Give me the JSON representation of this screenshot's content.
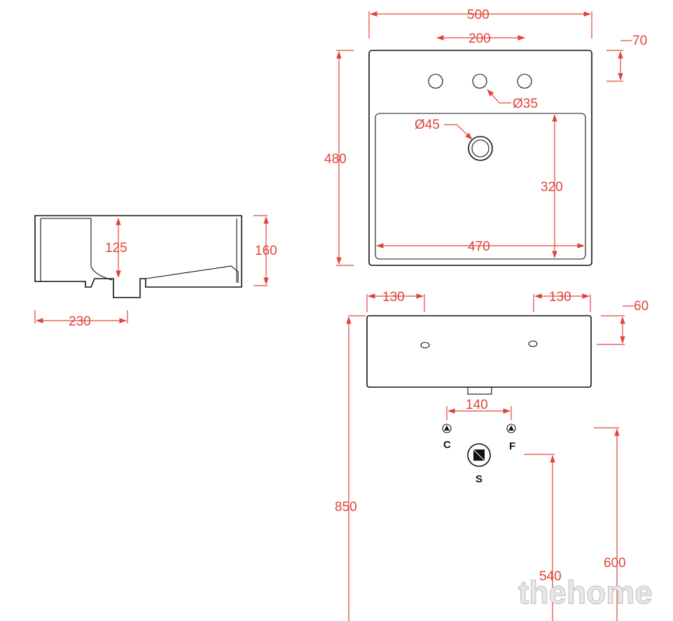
{
  "dimensions": {
    "side_depth": "230",
    "side_bowl_depth": "125",
    "side_height": "160",
    "top_width": "500",
    "top_tap_spacing": "200",
    "top_tap_offset": "70",
    "top_tap_hole": "Ø35",
    "top_drain_hole": "Ø45",
    "top_depth": "480",
    "top_bowl_depth": "320",
    "top_bowl_width": "470",
    "front_left_fixing": "130",
    "front_right_fixing": "130",
    "front_fixing_height": "60",
    "waste_width": "140",
    "install_height": "850",
    "waste_height": "540",
    "supply_height": "600"
  },
  "connections": {
    "cold": "C",
    "hot": "F",
    "waste": "S"
  },
  "watermark": "thehome",
  "colors": {
    "dimension": "#e0443c",
    "outline": "#111111"
  }
}
